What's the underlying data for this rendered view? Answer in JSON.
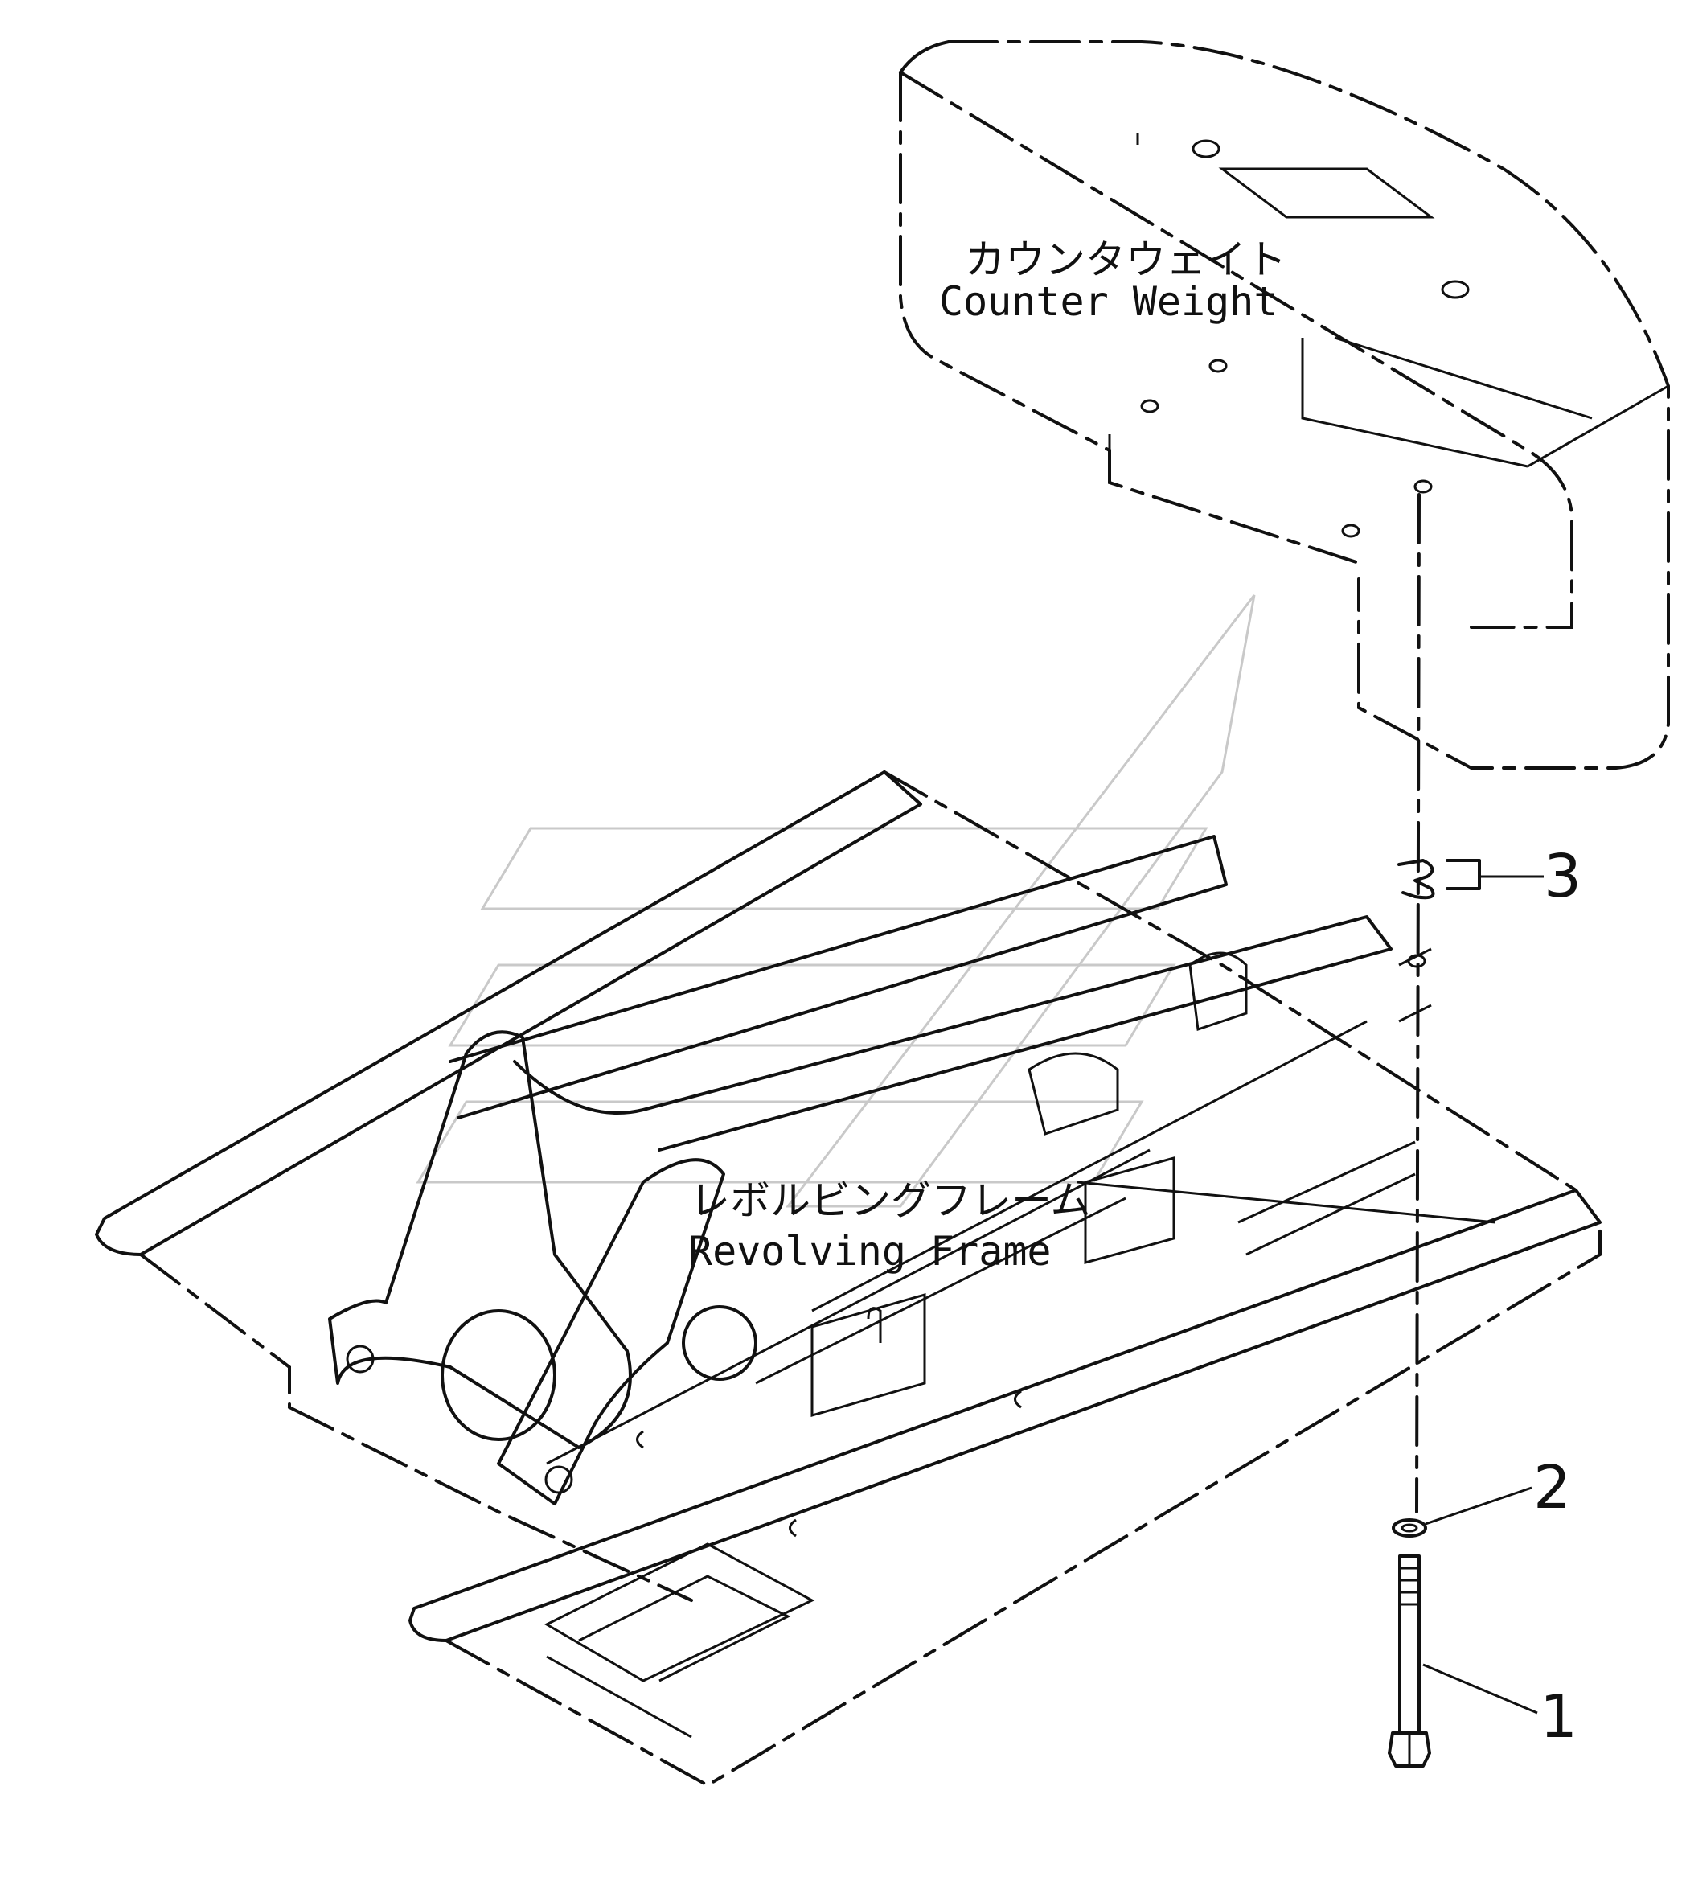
{
  "labels": {
    "counter_weight_jp": "カウンタウェイト",
    "counter_weight_en": "Counter Weight",
    "revolving_frame_jp": "レボルビングフレーム",
    "revolving_frame_en": "Revolving Frame"
  },
  "callouts": {
    "part_1": "1",
    "part_2": "2",
    "part_3": "3"
  }
}
